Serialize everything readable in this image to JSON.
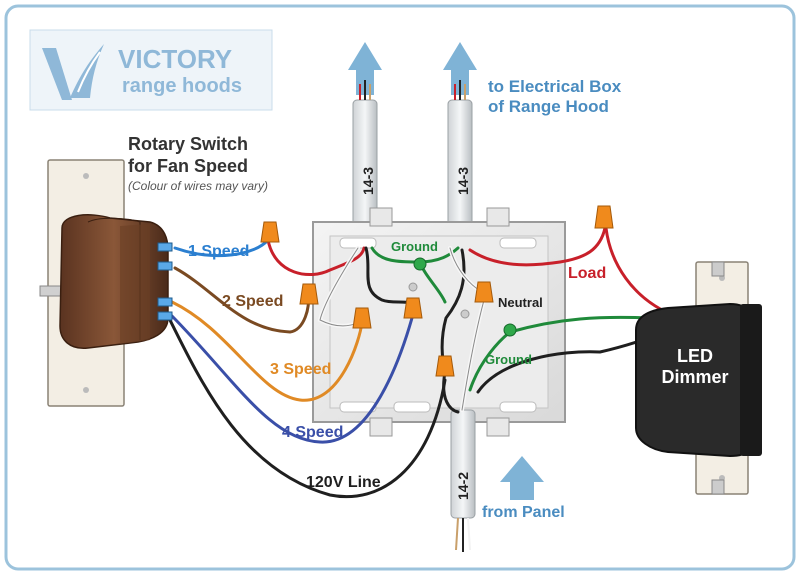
{
  "logo": {
    "brand_line1": "VICTORY",
    "brand_line2": "range hoods"
  },
  "labels": {
    "switch_title_line1": "Rotary Switch",
    "switch_title_line2": "for Fan Speed",
    "switch_note": "(Colour of wires may vary)",
    "to_box_line1": "to Electrical Box",
    "to_box_line2": "of Range Hood",
    "from_panel": "from Panel",
    "cable_left_top": "14-3",
    "cable_right_top": "14-3",
    "cable_bottom": "14-2",
    "ground_top": "Ground",
    "ground_right": "Ground",
    "neutral": "Neutral",
    "load": "Load",
    "dimmer_line1": "LED",
    "dimmer_line2": "Dimmer",
    "speed1": "1 Speed",
    "speed2": "2 Speed",
    "speed3": "3 Speed",
    "speed4": "4 Speed",
    "line": "120V Line"
  },
  "colors": {
    "speed1": "#2b7fd0",
    "speed2": "#7a4a22",
    "speed3": "#e08a25",
    "speed4": "#3a4fa8",
    "line": "#1f1f1f",
    "load": "#c8202a",
    "ground": "#1f8a3a",
    "arrow": "#7fb3d6",
    "logo": "#8fb8d8"
  }
}
